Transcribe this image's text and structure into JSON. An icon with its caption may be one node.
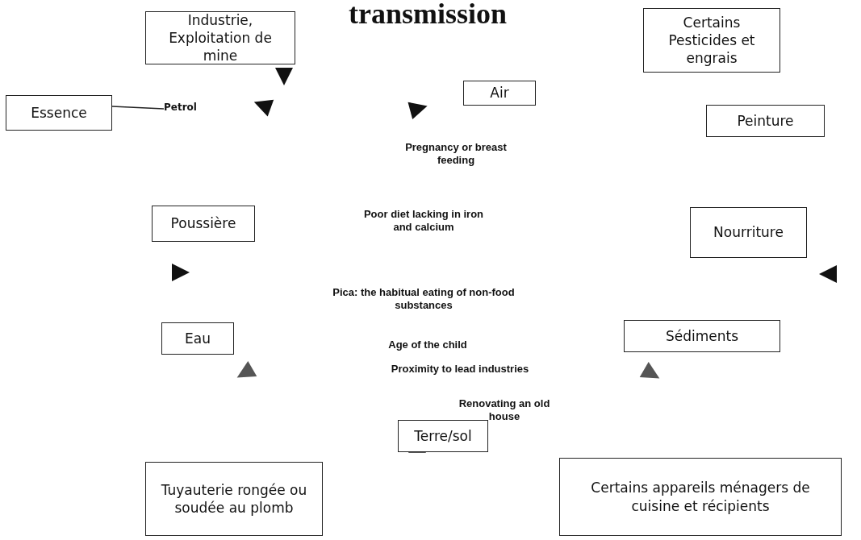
{
  "diagram": {
    "title": "transmission",
    "nodes": [
      {
        "text": [
          "Industrie, Exploitation de mine"
        ]
      },
      {
        "text": [
          "Certains Pesticides et engrais"
        ]
      },
      {
        "text": [
          "Air"
        ]
      },
      {
        "text": [
          "Essence"
        ]
      },
      {
        "text": [
          "Petrol"
        ]
      },
      {
        "text": [
          "Peinture"
        ]
      },
      {
        "text": [
          "Poussière"
        ]
      },
      {
        "text": [
          "Nourriture"
        ]
      },
      {
        "text": [
          "Eau"
        ]
      },
      {
        "text": [
          "Sédiments"
        ]
      },
      {
        "text": [
          "Terre/sol"
        ]
      },
      {
        "text": [
          "Tuyauterie rongée ou soudée au plomb"
        ]
      },
      {
        "text": [
          "Certains appareils ménagers de cuisine et récipients"
        ]
      }
    ],
    "edges": [
      {
        "from": 3,
        "to": 4,
        "arrow": "none"
      }
    ],
    "labels": [
      "Pregnancy or breast feeding",
      "Poor diet lacking in iron and calcium",
      "Pica: the habitual eating of non-food substances",
      "Age of the child",
      "Proximity to lead industries",
      "Renovating an old house"
    ]
  }
}
